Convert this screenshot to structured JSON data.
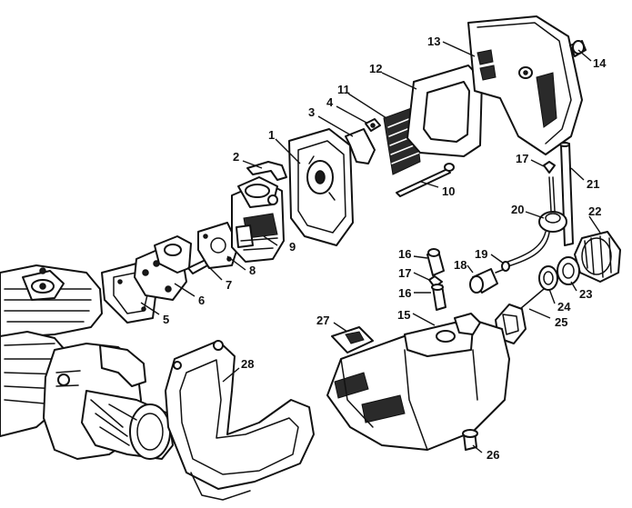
{
  "callouts": [
    {
      "id": "1",
      "label": "1"
    },
    {
      "id": "2",
      "label": "2"
    },
    {
      "id": "3",
      "label": "3"
    },
    {
      "id": "4",
      "label": "4"
    },
    {
      "id": "5",
      "label": "5"
    },
    {
      "id": "6",
      "label": "6"
    },
    {
      "id": "7",
      "label": "7"
    },
    {
      "id": "8",
      "label": "8"
    },
    {
      "id": "9",
      "label": "9"
    },
    {
      "id": "10",
      "label": "10"
    },
    {
      "id": "11",
      "label": "11"
    },
    {
      "id": "12",
      "label": "12"
    },
    {
      "id": "13",
      "label": "13"
    },
    {
      "id": "14",
      "label": "14"
    },
    {
      "id": "15",
      "label": "15"
    },
    {
      "id": "16a",
      "label": "16"
    },
    {
      "id": "16b",
      "label": "16"
    },
    {
      "id": "17a",
      "label": "17"
    },
    {
      "id": "17b",
      "label": "17"
    },
    {
      "id": "18",
      "label": "18"
    },
    {
      "id": "19",
      "label": "19"
    },
    {
      "id": "20",
      "label": "20"
    },
    {
      "id": "21",
      "label": "21"
    },
    {
      "id": "22",
      "label": "22"
    },
    {
      "id": "23",
      "label": "23"
    },
    {
      "id": "24",
      "label": "24"
    },
    {
      "id": "25",
      "label": "25"
    },
    {
      "id": "26",
      "label": "26"
    },
    {
      "id": "27",
      "label": "27"
    },
    {
      "id": "28",
      "label": "28"
    }
  ]
}
